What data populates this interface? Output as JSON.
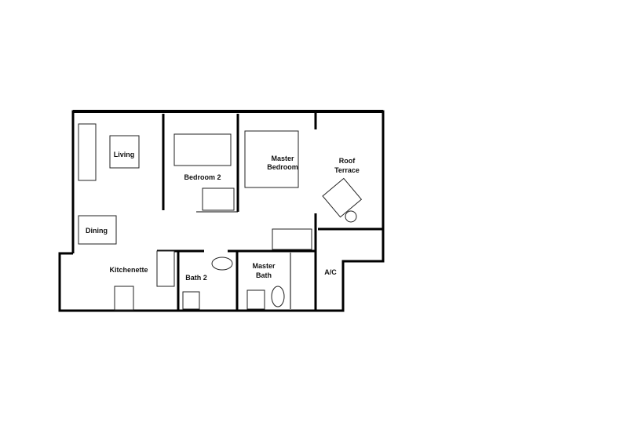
{
  "plan": {
    "rooms": {
      "living": "Living",
      "bedroom2": "Bedroom 2",
      "master_bedroom_1": "Master",
      "master_bedroom_2": "Bedroom",
      "roof_terrace_1": "Roof",
      "roof_terrace_2": "Terrace",
      "dining": "Dining",
      "kitchenette": "Kitchenette",
      "bath2": "Bath 2",
      "master_bath_1": "Master",
      "master_bath_2": "Bath",
      "ac": "A/C"
    }
  }
}
